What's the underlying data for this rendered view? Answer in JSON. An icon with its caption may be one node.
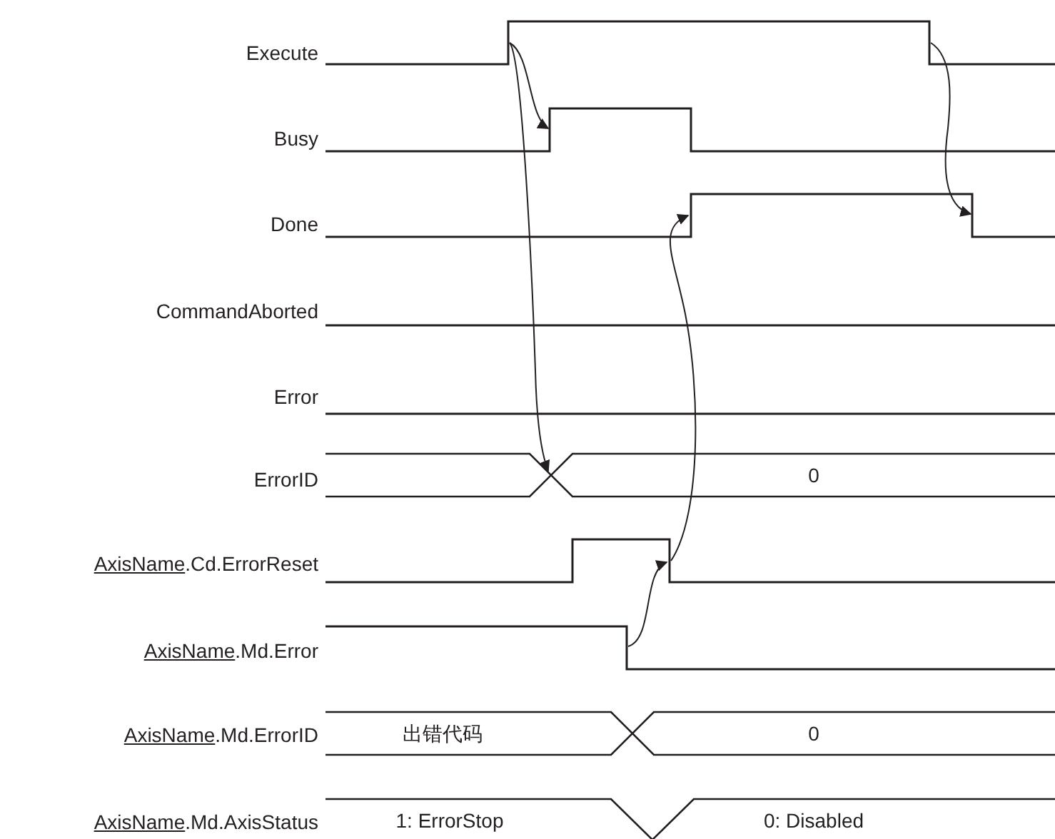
{
  "diagram": {
    "labels": [
      "Execute",
      "Busy",
      "Done",
      "CommandAborted",
      "Error",
      "ErrorID",
      "0",
      "AxisName.Cd.ErrorReset",
      "AxisName.Md.Error",
      "AxisName.Md.ErrorID",
      "出错代码",
      "0",
      "AxisName.Md.AxisStatus",
      "1: ErrorStop",
      "0: Disabled"
    ]
  }
}
